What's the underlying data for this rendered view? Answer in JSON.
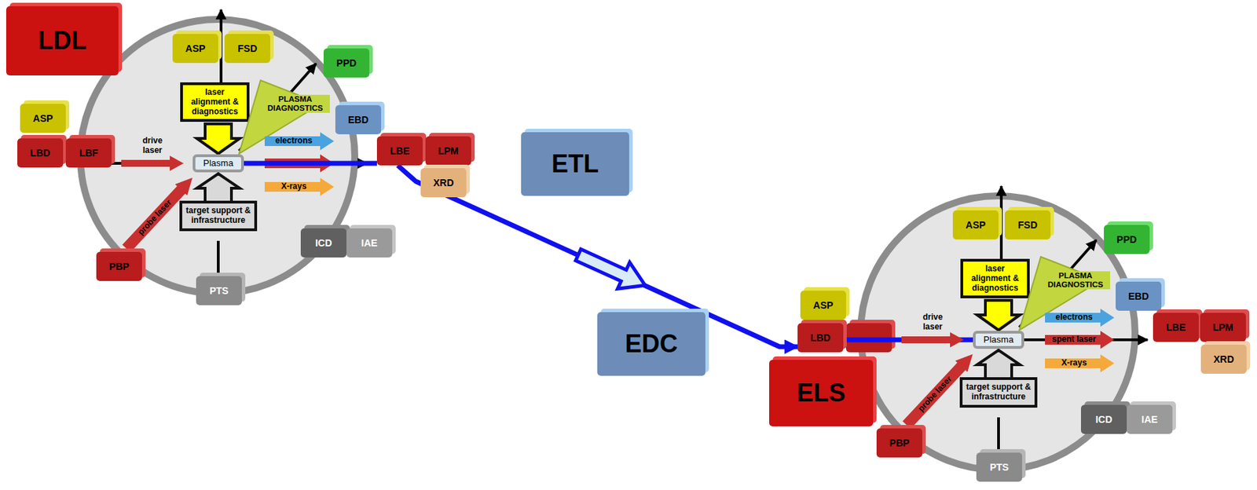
{
  "diagram": {
    "nodes": [
      {
        "text": [
          "LDL"
        ]
      },
      {
        "text": [
          "ASP"
        ]
      },
      {
        "text": [
          "FSD"
        ]
      },
      {
        "text": [
          "PPD"
        ]
      },
      {
        "text": [
          "laser alignment & diagnostics"
        ]
      },
      {
        "text": [
          "PLASMA DIAGNOSTICS"
        ]
      },
      {
        "text": [
          "ASP"
        ]
      },
      {
        "text": [
          "EBD"
        ]
      },
      {
        "text": [
          "LBD"
        ]
      },
      {
        "text": [
          "LBF"
        ]
      },
      {
        "text": [
          "drive laser"
        ]
      },
      {
        "text": [
          "Plasma"
        ]
      },
      {
        "text": [
          "electrons"
        ]
      },
      {
        "text": [
          "LBE"
        ]
      },
      {
        "text": [
          "LPM"
        ]
      },
      {
        "text": [
          "XRD"
        ]
      },
      {
        "text": [
          "X-rays"
        ]
      },
      {
        "text": [
          "probe laser"
        ]
      },
      {
        "text": [
          "target support & infrastructure"
        ]
      },
      {
        "text": [
          "PBP"
        ]
      },
      {
        "text": [
          "ICD"
        ]
      },
      {
        "text": [
          "IAE"
        ]
      },
      {
        "text": [
          "PTS"
        ]
      },
      {
        "text": [
          "ETL"
        ]
      },
      {
        "text": [
          "EDC"
        ]
      },
      {
        "text": [
          "ASP"
        ]
      },
      {
        "text": [
          "FSD"
        ]
      },
      {
        "text": [
          "PPD"
        ]
      },
      {
        "text": [
          "laser alignment & diagnostics"
        ]
      },
      {
        "text": [
          "PLASMA DIAGNOSTICS"
        ]
      },
      {
        "text": [
          "ASP"
        ]
      },
      {
        "text": [
          "EBD"
        ]
      },
      {
        "text": [
          "electrons"
        ]
      },
      {
        "text": [
          "LBD"
        ]
      },
      {
        "text": [
          "drive laser"
        ]
      },
      {
        "text": [
          "Plasma"
        ]
      },
      {
        "text": [
          "spent laser"
        ]
      },
      {
        "text": [
          "LBE"
        ]
      },
      {
        "text": [
          "LPM"
        ]
      },
      {
        "text": [
          "XRD"
        ]
      },
      {
        "text": [
          "X-rays"
        ]
      },
      {
        "text": [
          "ELS"
        ]
      },
      {
        "text": [
          "probe laser"
        ]
      },
      {
        "text": [
          "target support & infrastructure"
        ]
      },
      {
        "text": [
          "PBP"
        ]
      },
      {
        "text": [
          "ICD"
        ]
      },
      {
        "text": [
          "IAE"
        ]
      },
      {
        "text": [
          "PTS"
        ]
      }
    ],
    "edges": [
      {
        "from": 11,
        "to": 13,
        "arrow": "none"
      },
      {
        "from": 13,
        "to": 33,
        "arrow": "to"
      },
      {
        "from": 33,
        "to": 35,
        "arrow": "none"
      }
    ]
  }
}
